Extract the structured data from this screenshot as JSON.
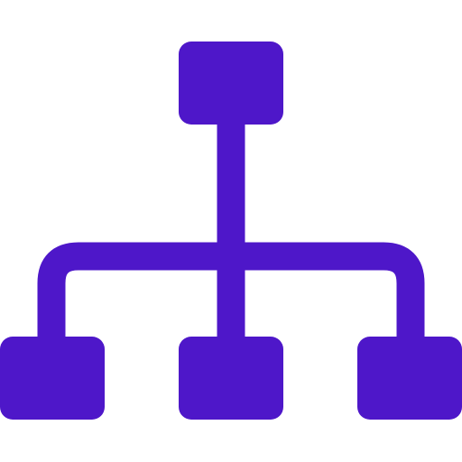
{
  "icon": {
    "name": "hierarchy-icon",
    "color": "#4E17C9",
    "nodes": [
      "top-node",
      "bottom-left-node",
      "bottom-center-node",
      "bottom-right-node"
    ]
  }
}
